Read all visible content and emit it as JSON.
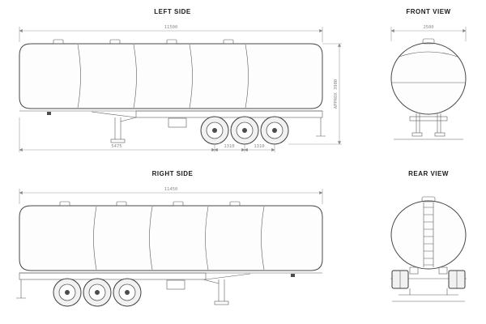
{
  "diagram": {
    "left_side": {
      "title": "LEFT SIDE",
      "length_dim": "11500",
      "height_dim": "APPROX 3900",
      "dim_front_to_axle": "5475",
      "dim_axle_1": "1310",
      "dim_axle_2": "1310"
    },
    "front": {
      "title": "FRONT VIEW",
      "width_dim": "2500"
    },
    "right_side": {
      "title": "RIGHT SIDE",
      "length_dim": "11450"
    },
    "rear": {
      "title": "REAR VIEW"
    }
  },
  "colors": {
    "line": "#474747",
    "dimension": "#8a8a8a",
    "background": "#ffffff"
  }
}
